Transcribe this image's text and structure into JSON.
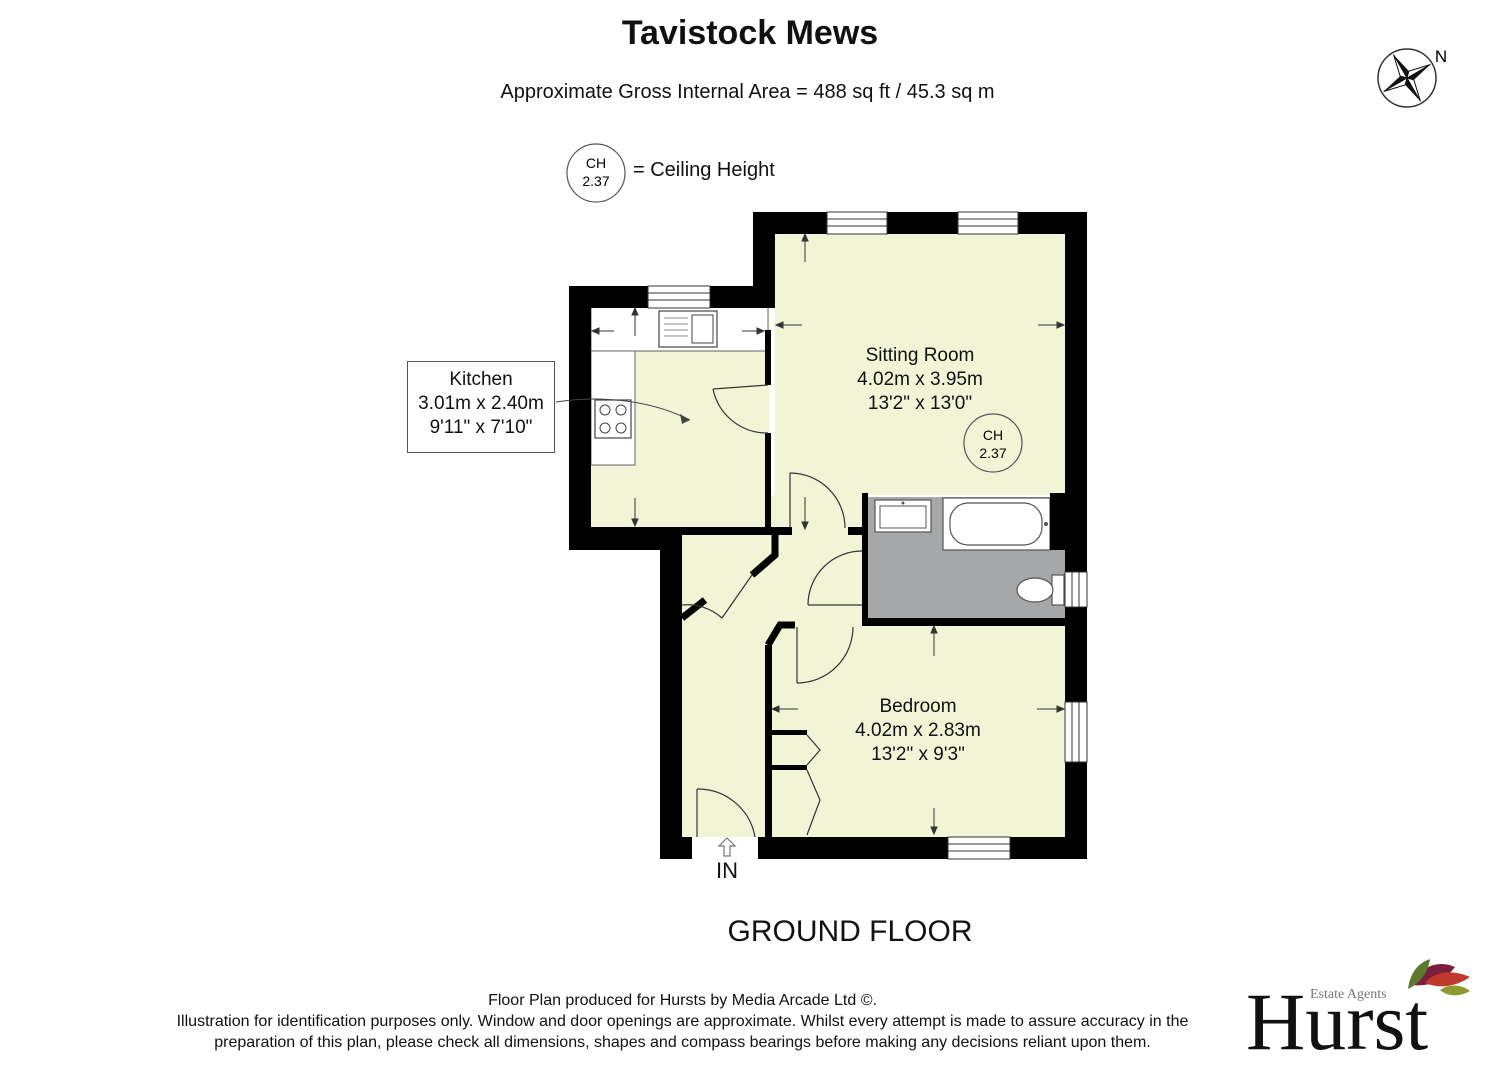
{
  "header": {
    "title": "Tavistock Mews",
    "area": "Approximate Gross Internal Area  = 488 sq ft / 45.3 sq m"
  },
  "legend": {
    "ch_label": "CH",
    "ch_value": "2.37",
    "ch_meaning": "= Ceiling Height"
  },
  "compass": {
    "label": "N"
  },
  "rooms": {
    "kitchen": {
      "name": "Kitchen",
      "metric": "3.01m x 2.40m",
      "imperial": "9'11\" x 7'10\""
    },
    "sitting_room": {
      "name": "Sitting Room",
      "metric": "4.02m x 3.95m",
      "imperial": "13'2\" x 13'0\"",
      "ch_label": "CH",
      "ch_value": "2.37"
    },
    "bedroom": {
      "name": "Bedroom",
      "metric": "4.02m x 2.83m",
      "imperial": "13'2\" x 9'3\""
    }
  },
  "entrance": {
    "label": "IN"
  },
  "floor": {
    "label": "GROUND FLOOR"
  },
  "footer": {
    "line1": "Floor Plan produced for Hursts by Media Arcade Ltd ©.",
    "line2": "Illustration for identification purposes only. Window and door openings are approximate. Whilst every attempt is made to assure accuracy in the",
    "line3": "preparation of this plan, please check all dimensions, shapes and compass bearings before making any decisions reliant upon them."
  },
  "logo": {
    "name": "Hurst",
    "tagline": "Estate Agents"
  },
  "colors": {
    "room_fill": "#f2f4d6",
    "bathroom_fill": "#a6a7a8",
    "wall": "#000000"
  }
}
